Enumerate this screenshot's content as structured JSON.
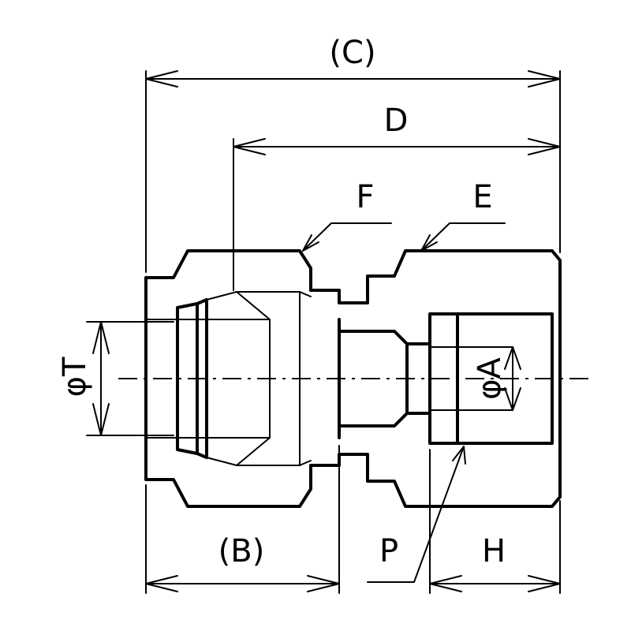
{
  "labels": {
    "c": "(C)",
    "d": "D",
    "f": "F",
    "e": "E",
    "t": "φT",
    "a": "φA",
    "b": "(B)",
    "p": "P",
    "h": "H"
  }
}
